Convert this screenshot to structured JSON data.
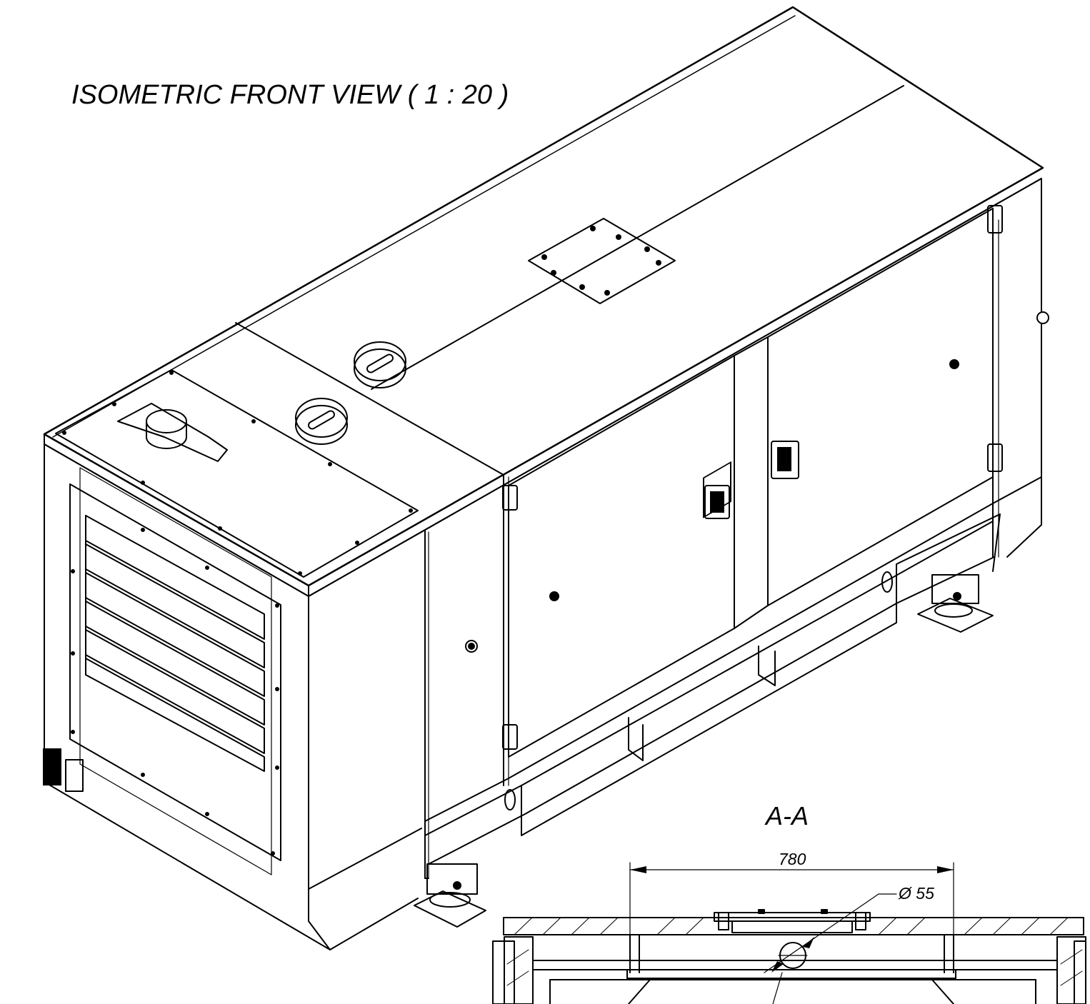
{
  "title": "ISOMETRIC FRONT VIEW ( 1 : 20 )",
  "section": {
    "label": "A-A",
    "dimension_width": "780",
    "dimension_diameter": "Ø 55"
  },
  "colors": {
    "line": "#000000",
    "background": "#ffffff"
  }
}
